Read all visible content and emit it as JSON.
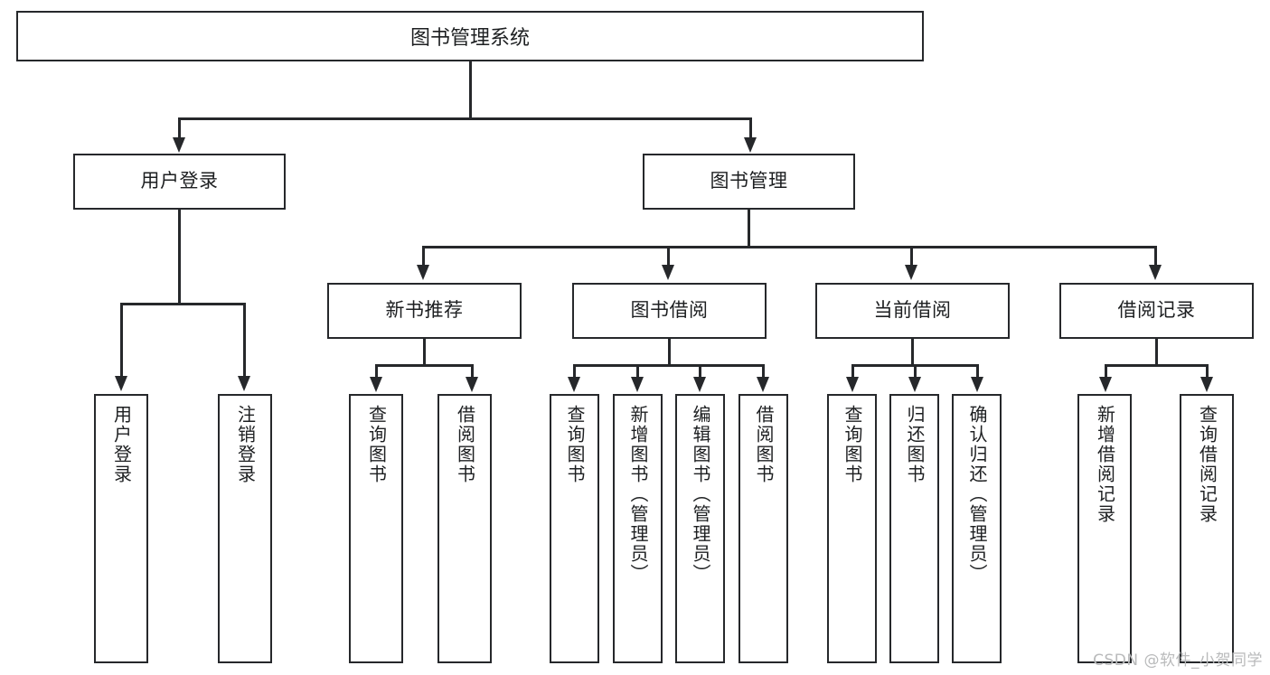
{
  "diagram": {
    "title": "图书管理系统",
    "type": "tree",
    "watermark": "CSDN @软件_小贺同学",
    "colors": {
      "stroke": "#26282b",
      "fill": "#ffffff",
      "text": "#1d1f21",
      "watermark": "#b9babb"
    },
    "levels": {
      "root": {
        "label": "图书管理系统"
      },
      "level2": [
        {
          "label": "用户登录"
        },
        {
          "label": "图书管理"
        }
      ],
      "level3": [
        {
          "label": "新书推荐"
        },
        {
          "label": "图书借阅"
        },
        {
          "label": "当前借阅"
        },
        {
          "label": "借阅记录"
        }
      ],
      "leaves": {
        "user_login": [
          {
            "label": "用户登录"
          },
          {
            "label": "注销登录"
          }
        ],
        "new_book": [
          {
            "label": "查询图书"
          },
          {
            "label": "借阅图书"
          }
        ],
        "book_borrow": [
          {
            "label": "查询图书"
          },
          {
            "label": "新增图书（管理员）"
          },
          {
            "label": "编辑图书（管理员）"
          },
          {
            "label": "借阅图书"
          }
        ],
        "current_borrow": [
          {
            "label": "查询图书"
          },
          {
            "label": "归还图书"
          },
          {
            "label": "确认归还（管理员）"
          }
        ],
        "borrow_record": [
          {
            "label": "新增借阅记录"
          },
          {
            "label": "查询借阅记录"
          }
        ]
      }
    }
  }
}
